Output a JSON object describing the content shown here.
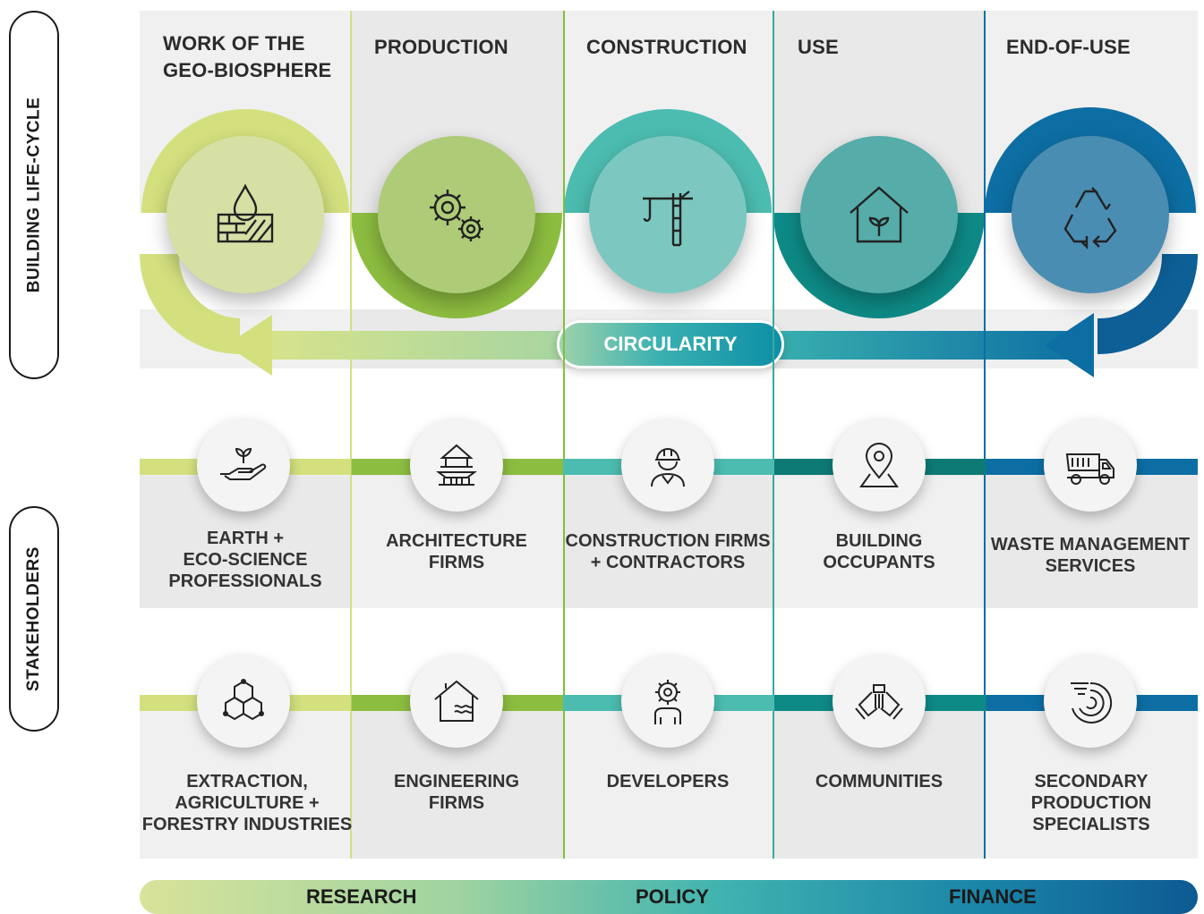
{
  "side_labels": {
    "lifecycle": "BUILDING LIFE-CYCLE",
    "stakeholders": "STAKEHOLDERS"
  },
  "stages": [
    {
      "title": "WORK OF THE\nGEO-BIOSPHERE",
      "icon": "soil-water-drop-icon",
      "color": "#d7e0a4",
      "arc": "#d4e07e"
    },
    {
      "title": "PRODUCTION",
      "icon": "gears-icon",
      "color": "#aecb78",
      "arc": "#8dbd40"
    },
    {
      "title": "CONSTRUCTION",
      "icon": "crane-icon",
      "color": "#7cc8c0",
      "arc": "#4cbcb0"
    },
    {
      "title": "USE",
      "icon": "house-plant-icon",
      "color": "#55aca8",
      "arc": "#0e8a86"
    },
    {
      "title": "END-OF-USE",
      "icon": "recycle-icon",
      "color": "#4a8db2",
      "arc": "#0d6ea3"
    }
  ],
  "circularity": "CIRCULARITY",
  "stakeholder_rows": [
    [
      {
        "label": "EARTH +\nECO-SCIENCE\nPROFESSIONALS",
        "icon": "hand-sprout-icon"
      },
      {
        "label": "ARCHITECTURE\nFIRMS",
        "icon": "building-pagoda-icon"
      },
      {
        "label": "CONSTRUCTION FIRMS\n+ CONTRACTORS",
        "icon": "worker-hardhat-icon"
      },
      {
        "label": "BUILDING\nOCCUPANTS",
        "icon": "location-pin-icon"
      },
      {
        "label": "WASTE MANAGEMENT\nSERVICES",
        "icon": "dump-truck-icon"
      }
    ],
    [
      {
        "label": "EXTRACTION,\nAGRICULTURE +\nFORESTRY INDUSTRIES",
        "icon": "molecule-icon"
      },
      {
        "label": "ENGINEERING\nFIRMS",
        "icon": "house-water-icon"
      },
      {
        "label": "DEVELOPERS",
        "icon": "person-gear-icon"
      },
      {
        "label": "COMMUNITIES",
        "icon": "hands-together-icon"
      },
      {
        "label": "SECONDARY PRODUCTION\nSPECIALISTS",
        "icon": "speed-spiral-icon"
      }
    ]
  ],
  "bottom_bar": {
    "research": "RESEARCH",
    "policy": "POLICY",
    "finance": "FINANCE"
  }
}
